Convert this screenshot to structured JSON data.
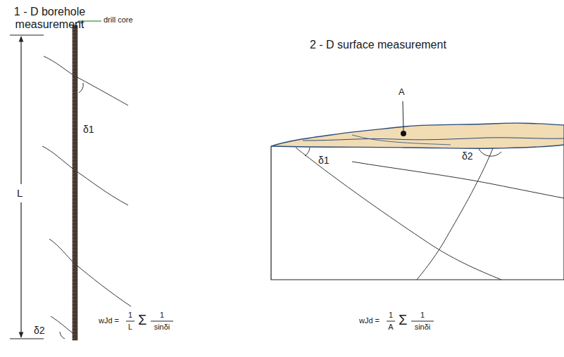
{
  "diagram": {
    "labels": [
      "1 - D borehole measurement",
      "drill core",
      "L",
      "δ1",
      "δ2",
      "wJd =",
      "1",
      "L",
      "Σ",
      "1",
      "sinδi",
      "2 - D surface measurement",
      "A",
      "δ1",
      "δ2",
      "wJd =",
      "1",
      "A",
      "Σ",
      "1",
      "sinδi"
    ]
  }
}
